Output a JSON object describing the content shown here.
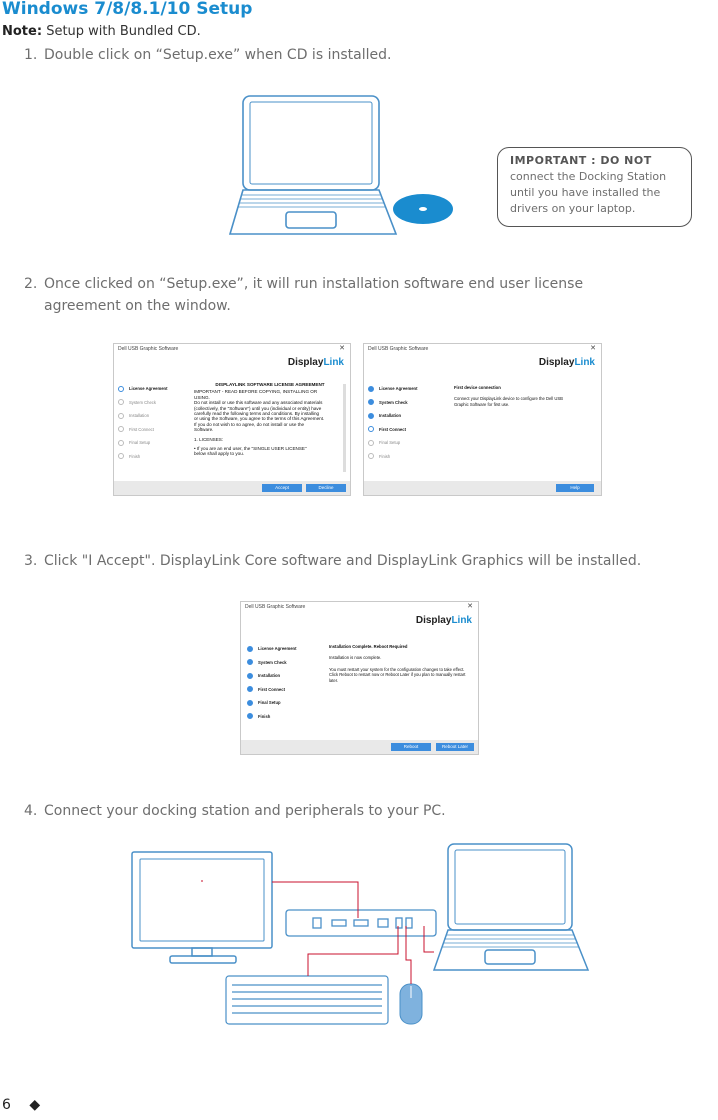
{
  "heading": "Windows 7/8/8.1/10 Setup",
  "note": {
    "label": "Note:",
    "text": "Setup with Bundled CD."
  },
  "steps": [
    {
      "num": "1.",
      "text": "Double click on “Setup.exe” when CD is installed."
    },
    {
      "num": "2.",
      "line1": "Once clicked on “Setup.exe”, it will run installation software end user license",
      "line2": "agreement on the window."
    },
    {
      "num": "3.",
      "text": "Click \"I Accept\". DisplayLink Core software and DisplayLink Graphics will be installed."
    },
    {
      "num": "4.",
      "text": "Connect your docking station and peripherals to your PC."
    }
  ],
  "important": {
    "label": "IMPORTANT : DO NOT",
    "lines": [
      "connect the Docking Station",
      "until you have installed the",
      "drivers on your laptop."
    ]
  },
  "installer": {
    "window_title": "Dell USB Graphic Software",
    "close": "✕",
    "logo_a": "Display",
    "logo_b": "Link",
    "steps": [
      "License Agreement",
      "System Check",
      "Installation",
      "First Connect",
      "Final Setup",
      "Finish"
    ],
    "license": {
      "title": "DISPLAYLINK SOFTWARE LICENSE AGREEMENT",
      "lines": [
        "IMPORTANT - READ BEFORE COPYING, INSTALLING OR",
        "USING.",
        "Do not install or use this software and any associated materials",
        "(collectively, the \"Software\") until you (individual or entity) have",
        "carefully read the following terms and conditions.  By installing",
        "or using the Software, you agree to the terms of this Agreement.",
        "If you do not wish to so agree, do not install or use the",
        "Software.",
        "",
        "1.  LICENSES:",
        "",
        "•   If you are an end user, the \"SINGLE USER LICENSE\"",
        "    below shall apply to you."
      ],
      "accept": "Accept",
      "decline": "Decline"
    },
    "connect": {
      "title": "First device connection",
      "body1": "Connect your DisplayLink device to configure the Dell USB",
      "body2": "Graphic Software for first use.",
      "help": "Help"
    },
    "complete": {
      "title": "Installation Complete. Reboot Required",
      "body1": "Installation is now complete.",
      "body2": "You must restart your system for the configuration changes to take effect.",
      "body3": "Click Reboot to restart now or Reboot Later if you plan to manually restart",
      "body4": "later.",
      "reboot": "Reboot",
      "reboot_later": "Reboot Later"
    }
  },
  "page_number": "6",
  "page_marker": "◆",
  "colors": {
    "accent": "#1a8ccf",
    "button": "#3c8dde",
    "cable": "#c8102e",
    "illustration": "#4a90c8"
  }
}
